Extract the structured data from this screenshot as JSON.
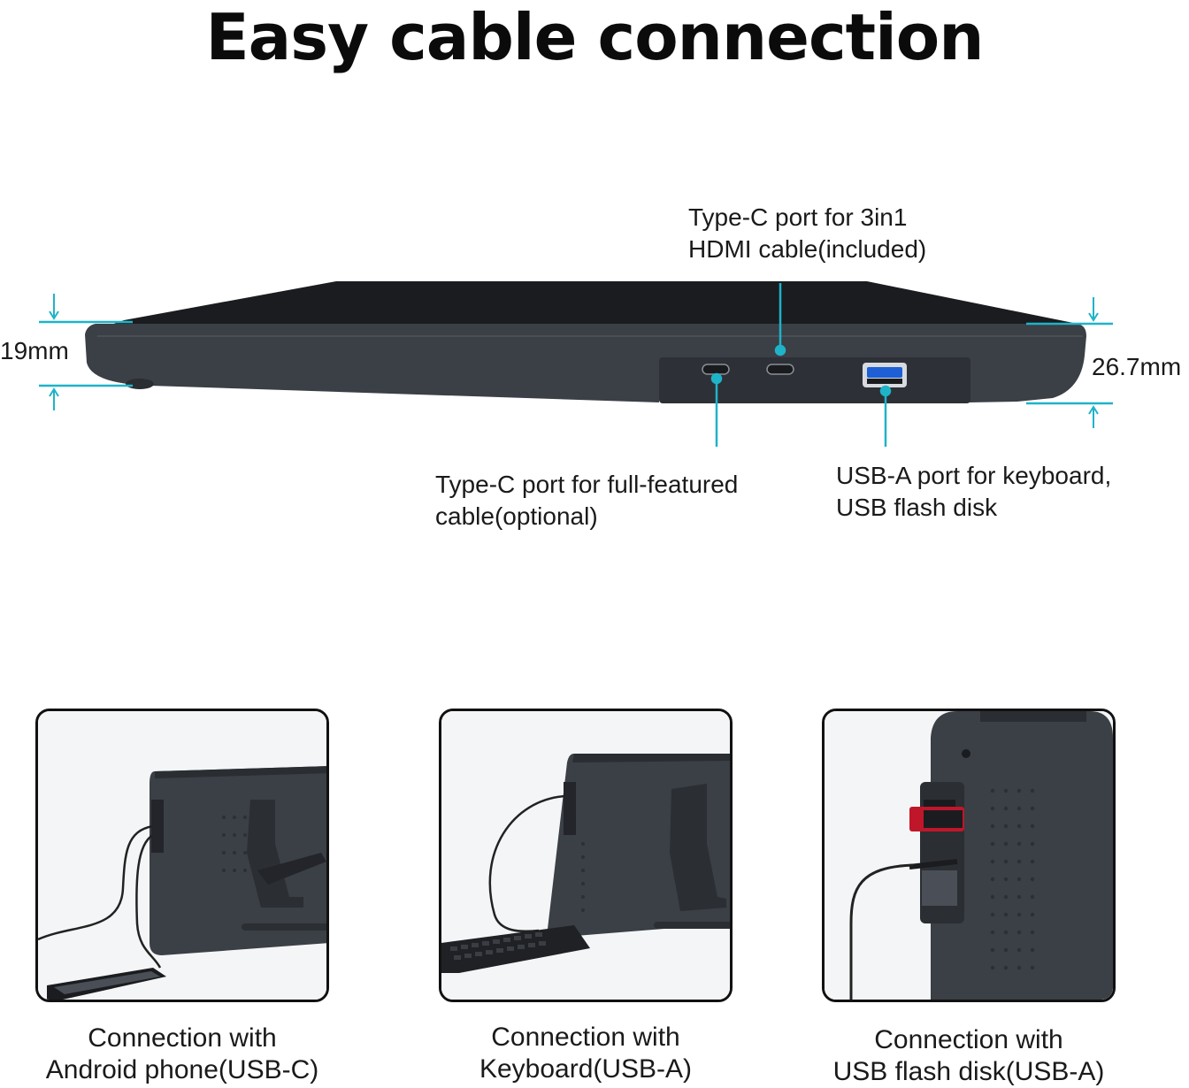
{
  "heading": "Easy cable connection",
  "dimensions": {
    "front_thickness": "19mm",
    "rear_thickness": "26.7mm"
  },
  "callouts": {
    "hdmi_port": [
      "Type-C port for 3in1",
      "HDMI cable(included)"
    ],
    "full_featured_port": [
      "Type-C port for full-featured",
      "cable(optional)"
    ],
    "usb_a_port": [
      "USB-A port for keyboard,",
      "USB flash disk"
    ]
  },
  "connections": [
    {
      "line1": "Connection with",
      "line2": "Android phone(USB-C)"
    },
    {
      "line1": "Connection with",
      "line2": "Keyboard(USB-A)"
    },
    {
      "line1": "Connection with",
      "line2": "USB flash disk(USB-A)"
    }
  ],
  "colors": {
    "accent": "#1fb3c9",
    "device_body": "#3b3f46",
    "device_top": "#1b1c1f"
  }
}
